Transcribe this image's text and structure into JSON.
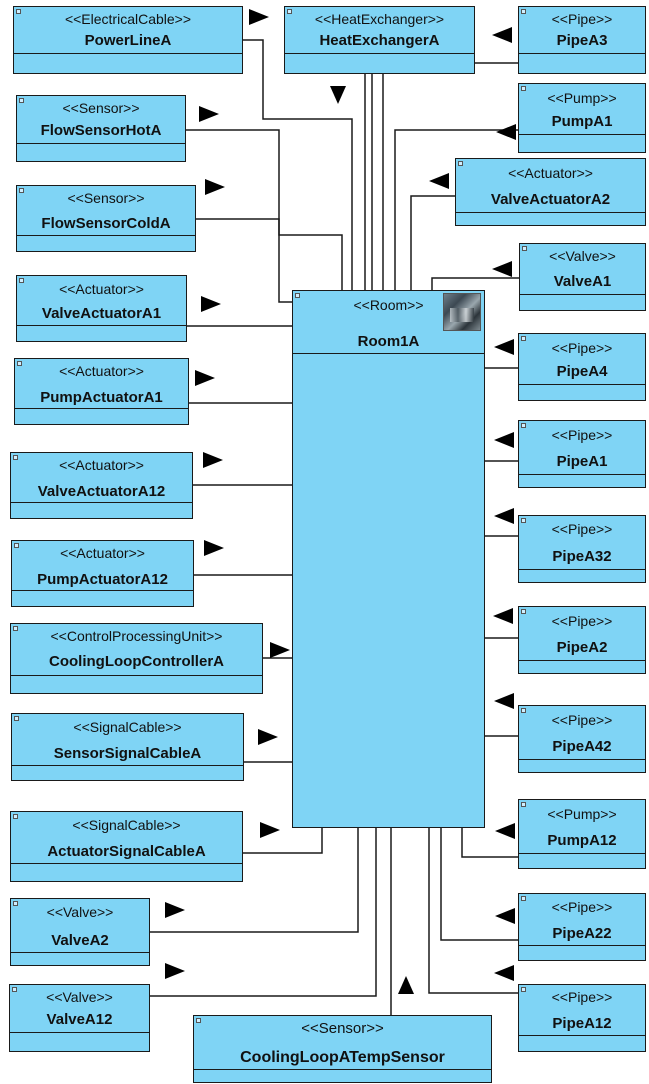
{
  "room": {
    "stereotype": "<<Room>>",
    "name": "Room1A"
  },
  "left": [
    {
      "stereotype": "<<ElectricalCable>>",
      "name": "PowerLineA"
    },
    {
      "stereotype": "<<Sensor>>",
      "name": "FlowSensorHotA"
    },
    {
      "stereotype": "<<Sensor>>",
      "name": "FlowSensorColdA"
    },
    {
      "stereotype": "<<Actuator>>",
      "name": "ValveActuatorA1"
    },
    {
      "stereotype": "<<Actuator>>",
      "name": "PumpActuatorA1"
    },
    {
      "stereotype": "<<Actuator>>",
      "name": "ValveActuatorA12"
    },
    {
      "stereotype": "<<Actuator>>",
      "name": "PumpActuatorA12"
    },
    {
      "stereotype": "<<ControlProcessingUnit>>",
      "name": "CoolingLoopControllerA"
    },
    {
      "stereotype": "<<SignalCable>>",
      "name": "SensorSignalCableA"
    },
    {
      "stereotype": "<<SignalCable>>",
      "name": "ActuatorSignalCableA"
    },
    {
      "stereotype": "<<Valve>>",
      "name": "ValveA2"
    },
    {
      "stereotype": "<<Valve>>",
      "name": "ValveA12"
    }
  ],
  "top": [
    {
      "stereotype": "<<HeatExchanger>>",
      "name": "HeatExchangerA"
    }
  ],
  "right": [
    {
      "stereotype": "<<Pipe>>",
      "name": "PipeA3"
    },
    {
      "stereotype": "<<Pump>>",
      "name": "PumpA1"
    },
    {
      "stereotype": "<<Actuator>>",
      "name": "ValveActuatorA2"
    },
    {
      "stereotype": "<<Valve>>",
      "name": "ValveA1"
    },
    {
      "stereotype": "<<Pipe>>",
      "name": "PipeA4"
    },
    {
      "stereotype": "<<Pipe>>",
      "name": "PipeA1"
    },
    {
      "stereotype": "<<Pipe>>",
      "name": "PipeA32"
    },
    {
      "stereotype": "<<Pipe>>",
      "name": "PipeA2"
    },
    {
      "stereotype": "<<Pipe>>",
      "name": "PipeA42"
    },
    {
      "stereotype": "<<Pump>>",
      "name": "PumpA12"
    },
    {
      "stereotype": "<<Pipe>>",
      "name": "PipeA22"
    },
    {
      "stereotype": "<<Pipe>>",
      "name": "PipeA12"
    }
  ],
  "bottom": [
    {
      "stereotype": "<<Sensor>>",
      "name": "CoolingLoopATempSensor"
    }
  ],
  "colors": {
    "box_fill": "#7fd4f5",
    "border": "#1a1a1a",
    "line": "#1a1a1a",
    "arrow": "#000000"
  }
}
